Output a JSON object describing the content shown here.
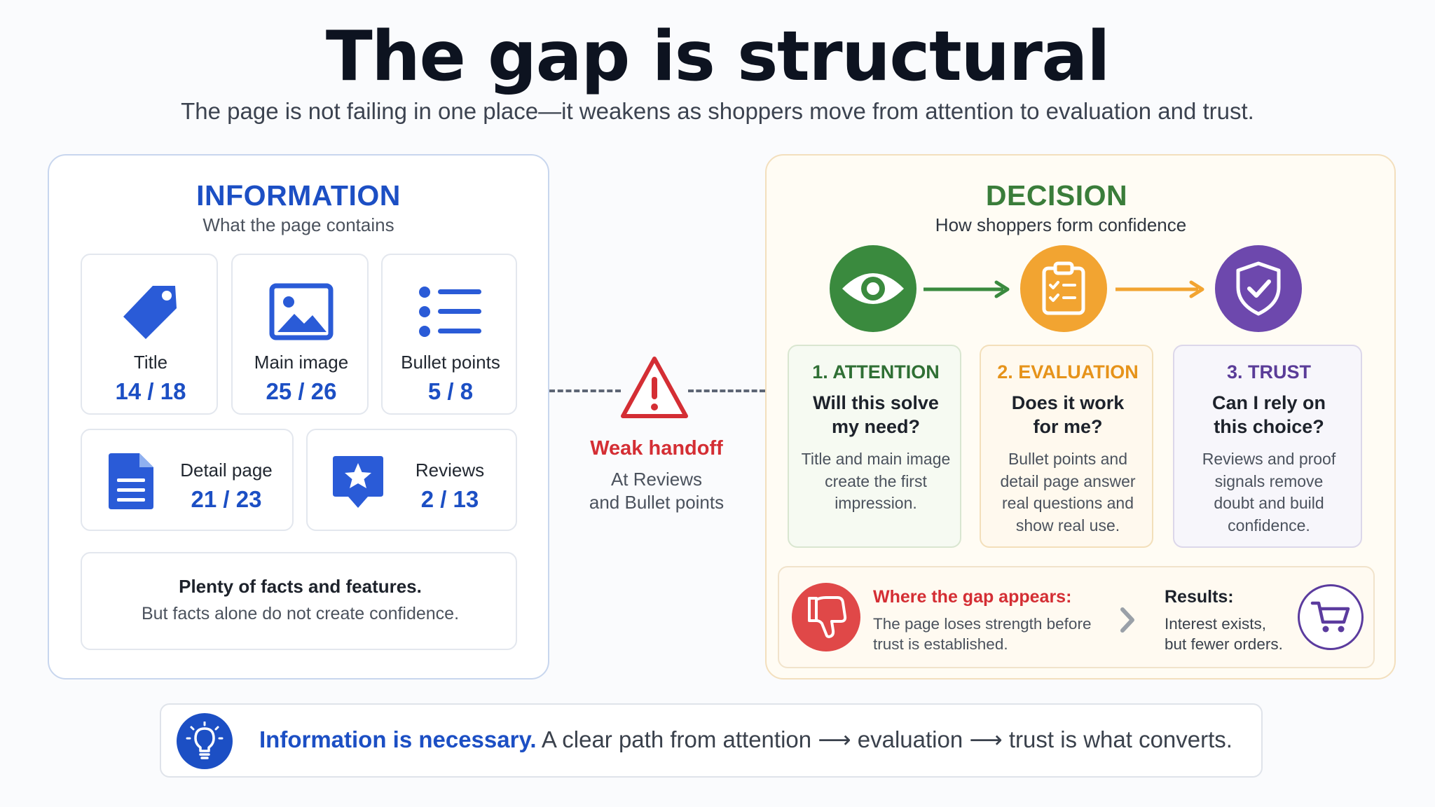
{
  "header": {
    "title": "The gap is structural",
    "subtitle": "The page is not failing in one place—it weakens as shoppers move from attention to evaluation and trust."
  },
  "information": {
    "heading": "INFORMATION",
    "subheading": "What the page contains",
    "cards": [
      {
        "label": "Title",
        "value": "14 / 18",
        "icon": "price-tag-icon"
      },
      {
        "label": "Main image",
        "value": "25 / 26",
        "icon": "image-icon"
      },
      {
        "label": "Bullet points",
        "value": "5 / 8",
        "icon": "bullet-list-icon"
      },
      {
        "label": "Detail page",
        "value": "21 / 23",
        "icon": "document-icon"
      },
      {
        "label": "Reviews",
        "value": "2 / 13",
        "icon": "star-review-icon"
      }
    ],
    "note": {
      "strong": "Plenty of facts and features.",
      "text": "But facts alone do not create confidence."
    }
  },
  "handoff": {
    "title": "Weak handoff",
    "line1": "At Reviews",
    "line2": "and Bullet points",
    "icon": "warning-icon"
  },
  "decision": {
    "heading": "DECISION",
    "subheading": "How shoppers form confidence",
    "stages": [
      {
        "head": "1. ATTENTION",
        "q1": "Will this solve",
        "q2": "my need?",
        "d": [
          "Title and main image",
          "create the first",
          "impression."
        ],
        "icon": "eye-icon",
        "color": "#3a8a3e"
      },
      {
        "head": "2. EVALUATION",
        "q1": "Does it work",
        "q2": "for me?",
        "d": [
          "Bullet points and",
          "detail page answer",
          "real questions and",
          "show real use."
        ],
        "icon": "clipboard-checklist-icon",
        "color": "#f2a431"
      },
      {
        "head": "3. TRUST",
        "q1": "Can I rely on",
        "q2": "this choice?",
        "d": [
          "Reviews and proof",
          "signals remove",
          "doubt and build",
          "confidence."
        ],
        "icon": "shield-check-icon",
        "color": "#6d48ad"
      }
    ],
    "gap": {
      "title": "Where the gap appears:",
      "line1": "The page loses strength before",
      "line2": "trust is established.",
      "icon": "thumbs-down-icon"
    },
    "results": {
      "title": "Results:",
      "line1": "Interest exists,",
      "line2": "but fewer orders.",
      "icon": "shopping-cart-icon"
    }
  },
  "banner": {
    "strong": "Information is necessary.",
    "text": " A clear path from attention ⟶ evaluation ⟶ trust is what converts.",
    "icon": "lightbulb-icon"
  },
  "colors": {
    "blue": "#1c4fc4",
    "green": "#3a8a3e",
    "orange": "#f2a431",
    "purple": "#6d48ad",
    "red": "#d42e34"
  }
}
